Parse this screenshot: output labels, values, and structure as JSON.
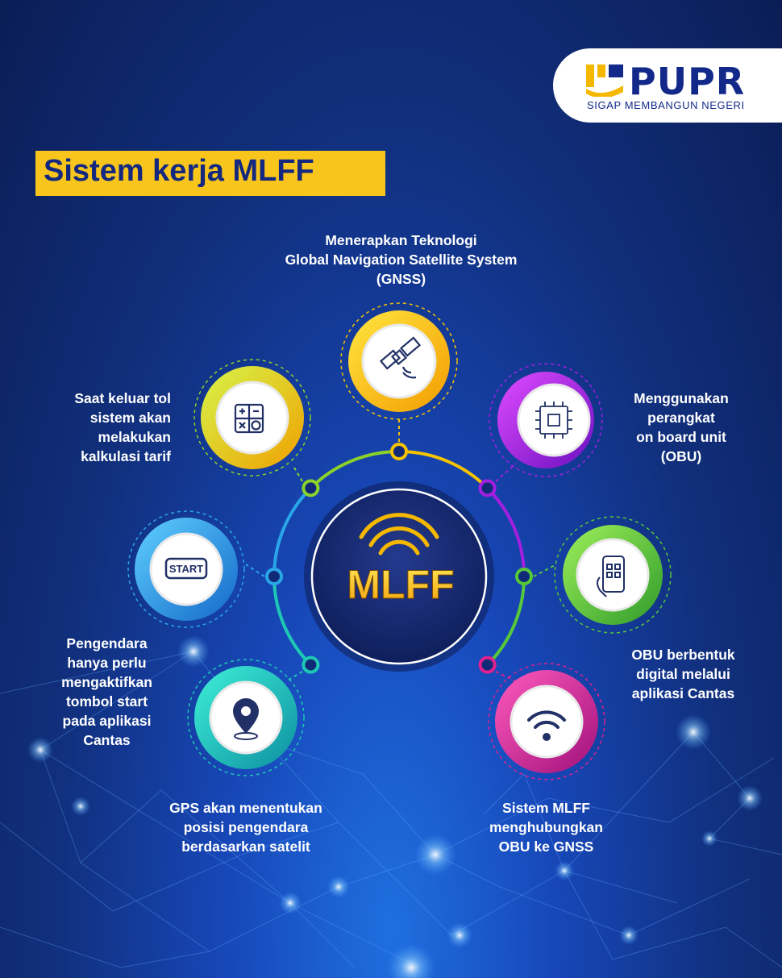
{
  "brand": {
    "name": "PUPR",
    "tagline": "SIGAP MEMBANGUN NEGERI"
  },
  "title": "Sistem kerja MLFF",
  "center": {
    "label": "MLFF",
    "icon": "signal-waves-icon"
  },
  "nodes": {
    "gnss": {
      "text": "Menerapkan Teknologi\nGlobal Navigation Satellite System\n(GNSS)",
      "icon": "satellite-icon",
      "color": "#f5c300"
    },
    "obu": {
      "text": "Menggunakan\nperangkat\non board unit\n(OBU)",
      "icon": "chip-icon",
      "color": "#a21fe0"
    },
    "digital": {
      "text": "OBU berbentuk\ndigital melalui\naplikasi Cantas",
      "icon": "phone-qr-icon",
      "color": "#56c83a"
    },
    "connect": {
      "text": "Sistem MLFF\nmenghubungkan\nOBU ke GNSS",
      "icon": "wifi-icon",
      "color": "#e0208f"
    },
    "gps": {
      "text": "GPS akan menentukan\nposisi pengendara\nberdasarkan satelit",
      "icon": "location-pin-icon",
      "color": "#1ec8b4"
    },
    "start": {
      "text": "Pengendara\nhanya perlu\nmengaktifkan\ntombol start\npada aplikasi\nCantas",
      "icon": "start-button-icon",
      "button_text": "START",
      "color": "#2aa6e8"
    },
    "tariff": {
      "text": "Saat keluar tol\nsistem akan\nmelakukan\nkalkulasi tarif",
      "icon": "calculator-icon",
      "color": "#8bd12a"
    }
  }
}
